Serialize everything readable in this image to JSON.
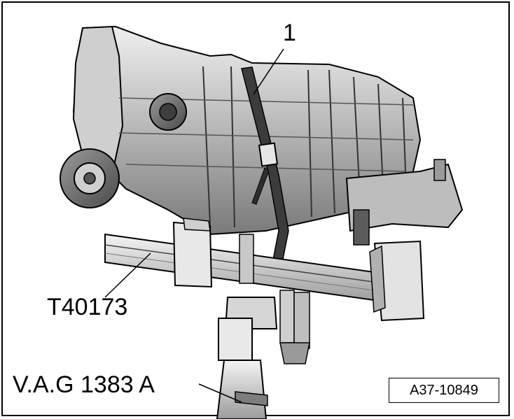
{
  "figure": {
    "callouts": {
      "item_1": "1",
      "tool_adapter": "T40173",
      "tool_jack": "V.A.G 1383 A"
    },
    "figure_id": "A37-10849"
  },
  "colors": {
    "line": "#000000",
    "body_light": "#d9d9d9",
    "body_mid": "#a8a8a8",
    "body_dark": "#6e6e6e",
    "background": "#ffffff"
  }
}
